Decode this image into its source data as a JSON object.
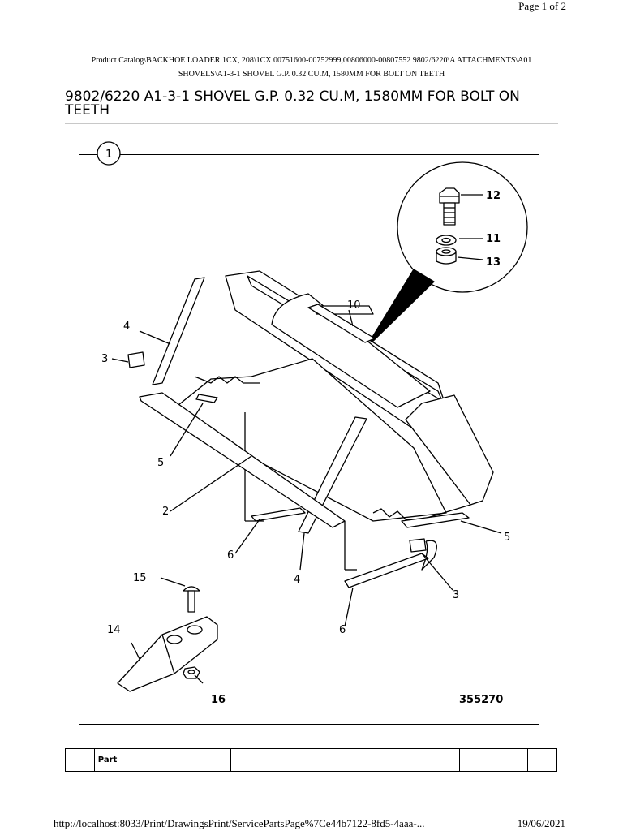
{
  "header": {
    "page_indicator": "Page 1 of 2",
    "breadcrumb_line1": "Product Catalog\\BACKHOE LOADER 1CX, 208\\1CX 00751600-00752999,00806000-00807552 9802/6220\\A ATTACHMENTS\\A01",
    "breadcrumb_line2": "SHOVELS\\A1-3-1 SHOVEL G.P. 0.32 CU.M, 1580MM FOR BOLT ON TEETH"
  },
  "title": "9802/6220 A1-3-1 SHOVEL G.P. 0.32 CU.M, 1580MM FOR BOLT ON TEETH",
  "diagram": {
    "figure_number": "1",
    "drawing_number": "355270",
    "callouts": {
      "c2": "2",
      "c3a": "3",
      "c3b": "3",
      "c4a": "4",
      "c4b": "4",
      "c5a": "5",
      "c5b": "5",
      "c6a": "6",
      "c6b": "6",
      "c10": "10",
      "c11": "11",
      "c12": "12",
      "c13": "13",
      "c14": "14",
      "c15": "15",
      "c16": "16"
    }
  },
  "table": {
    "headers": [
      "",
      "Part",
      "",
      "",
      "",
      ""
    ]
  },
  "footer": {
    "url": "http://localhost:8033/Print/DrawingsPrint/ServicePartsPage%7Ce44b7122-8fd5-4aaa-...",
    "date": "19/06/2021"
  }
}
